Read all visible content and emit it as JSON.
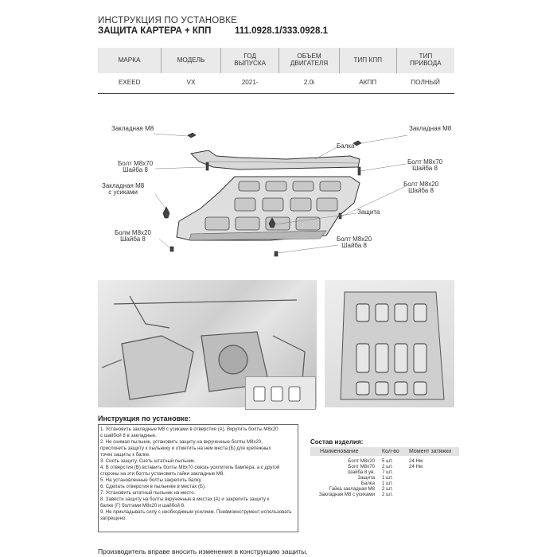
{
  "header": {
    "title_line1": "ИНСТРУКЦИЯ ПО УСТАНОВКЕ",
    "title_line2": "ЗАЩИТА КАРТЕРА + КПП",
    "part_code": "111.0928.1/333.0928.1"
  },
  "spec_table": {
    "columns": [
      [
        "МАРКА"
      ],
      [
        "МОДЕЛЬ"
      ],
      [
        "ГОД",
        "ВЫПУСКА"
      ],
      [
        "ОБЪЕМ",
        "ДВИГАТЕЛЯ"
      ],
      [
        "ТИП КПП"
      ],
      [
        "ТИП",
        "ПРИВОДА"
      ]
    ],
    "values": [
      "EXEED",
      "VX",
      "2021-",
      "2.0i",
      "АКПП",
      "ПОЛНЫЙ"
    ]
  },
  "diagram_labels": {
    "nut_top_left": "Закладная М8",
    "nut_top_right": "Закладная М8",
    "beam": "Балка",
    "bolt_m8x70_left": [
      "Болт М8х70",
      "Шайба 8"
    ],
    "bolt_m8x70_right": [
      "Болт М8х70",
      "Шайба 8"
    ],
    "nut_with_whiskers": [
      "Закладная М8",
      "с усиками"
    ],
    "bolt_m8x20_right_top": [
      "Болт М8х20",
      "Шайба 8"
    ],
    "guard": "Защита",
    "bolt_m8x20_left": [
      "Болм М8х20",
      "Шайба 8"
    ],
    "bolt_m8x20_right_bottom": [
      "Болт М8х20",
      "Шайба 8"
    ]
  },
  "instructions": {
    "title": "Инструкция по установке:",
    "lines": [
      "1. Установить закладные М8 с усиками в отверстия (А). Вкрутить болты М8х20",
      "с шайбой 8 в закладные.",
      "2. Не снимая пыльник, установить защиту на вкрученные болты М8х20,",
      "прислонить защиту к пыльнику и отметить на нем места (Б) для крепежных",
      "точек защиты к балке.",
      "3. Снять защиту. Снять штатный пыльник.",
      "4. В отверстия (В) вставить болты М8х70 сквозь усилитель бампера, а с другой",
      "стороны на эти болты установить гайки закладные М8.",
      "5. На установленные болты закрепить балку.",
      "6. Сделать отверстия в пыльнике в местах (Б).",
      "7. Установить штатный пыльник на место.",
      "8. Завести защиту на болты вкрученные в местах (А) и закрепить защиту к",
      "балке (Г) болтами М8х20 и шайбой 8.",
      "9. Не прикладывать силу с необходимым усилием. Пневмоинструмент использовать",
      "запрещено."
    ]
  },
  "components": {
    "title": "Состав изделия:",
    "headers": [
      "Наименование",
      "Кол-во",
      "Момент затяжки"
    ],
    "rows": [
      [
        "Болт М8х20",
        "5 шт.",
        "24 Нм"
      ],
      [
        "Болт М8х70",
        "2 шт.",
        "24 Нм"
      ],
      [
        "Шайба 8 ув.",
        "7 шт.",
        ""
      ],
      [
        "Защита",
        "1 шт.",
        ""
      ],
      [
        "Балка",
        "1 шт.",
        ""
      ],
      [
        "Гайка закладная М8",
        "2 шт.",
        ""
      ],
      [
        "Закладная М8 с усиками",
        "2 шт.",
        ""
      ]
    ]
  },
  "footer": {
    "text": "Производитель вправе вносить изменения в конструкцию защиты."
  }
}
